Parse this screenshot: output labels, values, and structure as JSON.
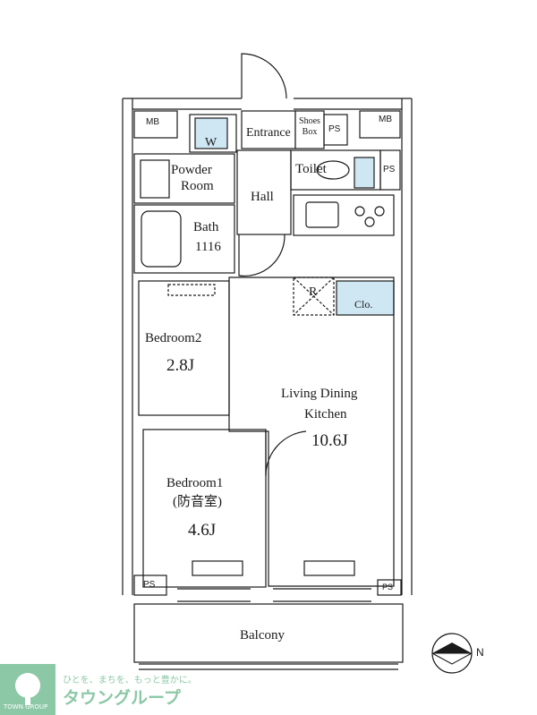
{
  "rooms": {
    "entrance": "Entrance",
    "shoes_box": "Shoes Box",
    "powder_room_1": "Powder",
    "powder_room_2": "Room",
    "hall": "Hall",
    "toilet": "Toilet",
    "bath": "Bath",
    "bath_size": "1116",
    "bedroom2": "Bedroom2",
    "bedroom2_size": "2.8J",
    "ldk_1": "Living Dining",
    "ldk_2": "Kitchen",
    "ldk_size": "10.6J",
    "bedroom1": "Bedroom1",
    "bedroom1_note": "(防音室)",
    "bedroom1_size": "4.6J",
    "closet": "Clo.",
    "fridge": "R",
    "washer": "W",
    "balcony": "Balcony"
  },
  "tags": {
    "mb": "MB",
    "ps": "PS"
  },
  "compass": {
    "north": "N"
  },
  "brand": {
    "tagline": "ひとを、まちを、もっと豊かに。",
    "name": "タウングループ",
    "logo_text": "TOWN GROUP"
  },
  "colors": {
    "wall": "#1a1a1a",
    "fixture_blue": "#cfe6f3",
    "brand_green": "#8cc8a6"
  }
}
